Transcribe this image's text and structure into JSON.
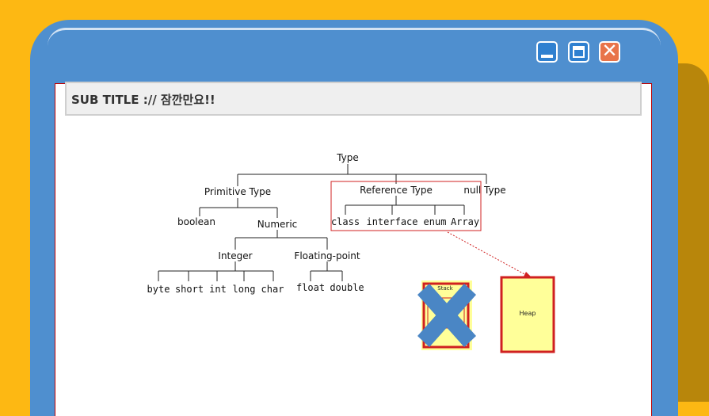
{
  "subtitle": "SUB TITLE :// 잠깐만요!!",
  "tree": {
    "root": "Type",
    "primitive": "Primitive Type",
    "reference": "Reference Type",
    "null_type": "null Type",
    "boolean": "boolean",
    "numeric": "Numeric",
    "integer": "Integer",
    "floating": "Floating-point",
    "integer_types": [
      "byte",
      "short",
      "int",
      "long",
      "char"
    ],
    "float_types": [
      "float",
      "double"
    ],
    "reference_types": [
      "class",
      "interface",
      "enum",
      "Array"
    ]
  },
  "memory": {
    "stack_label": "Stack",
    "heap_label": "Heap"
  },
  "colors": {
    "outer_bg": "#FDB813",
    "window": "#4F8FCF",
    "highlight": "#D02020",
    "cross": "#4A86C5",
    "memory_fill": "#FFFF99"
  }
}
